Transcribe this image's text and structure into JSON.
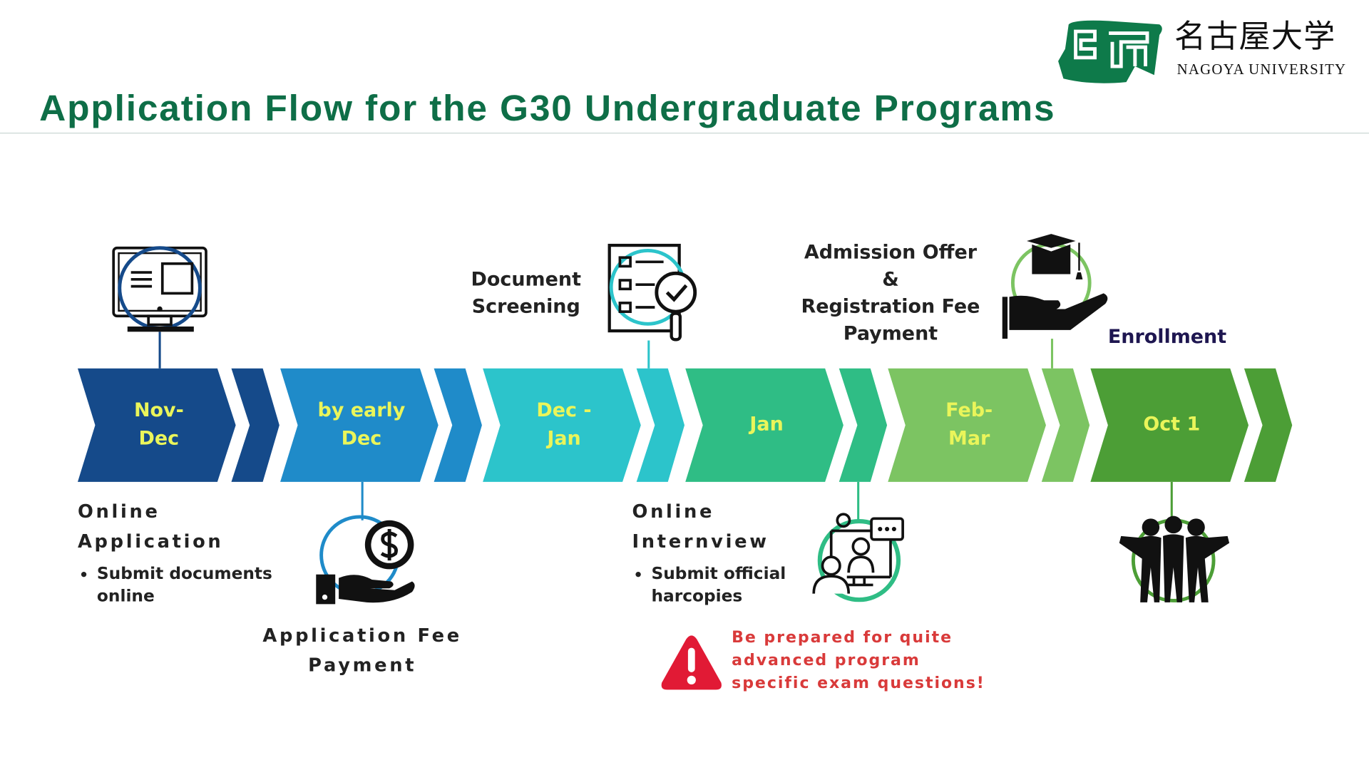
{
  "header": {
    "title": "Application Flow for the G30 Undergraduate Programs",
    "logo_japanese": "名古屋大学",
    "logo_english": "NAGOYA UNIVERSITY",
    "title_color": "#0E6E47"
  },
  "stages": [
    {
      "period": [
        "Nov-",
        "Dec"
      ],
      "color": "#154A8A",
      "step": [
        "Online",
        "Application"
      ],
      "bullet": "Submit documents online",
      "icon": "computer-monitor-icon"
    },
    {
      "period": [
        "by early",
        "Dec"
      ],
      "color": "#1F8BC9",
      "step": [
        "Application Fee",
        "Payment"
      ],
      "icon": "hand-coin-icon"
    },
    {
      "period": [
        "Dec -",
        "Jan"
      ],
      "color": "#2CC4CB",
      "step": [
        "Document",
        "Screening"
      ],
      "icon": "checklist-magnifier-icon"
    },
    {
      "period": [
        "Jan"
      ],
      "color": "#2FBD85",
      "step": [
        "Online",
        "Internview"
      ],
      "bullet": "Submit official harcopies",
      "icon": "video-interview-icon"
    },
    {
      "period": [
        "Feb-",
        "Mar"
      ],
      "color": "#7CC462",
      "step": [
        "Admission Offer",
        "&",
        "Registration Fee",
        "Payment"
      ],
      "icon": "graduation-cap-hand-icon"
    },
    {
      "period": [
        "Oct 1"
      ],
      "color": "#4C9E36",
      "step": [
        "Enrollment"
      ],
      "icon": "group-people-icon"
    }
  ],
  "warning": {
    "lines": [
      "Be prepared for quite",
      "advanced program",
      "specific exam questions!"
    ],
    "color": "#D93A3A",
    "icon": "warning-triangle-icon"
  }
}
